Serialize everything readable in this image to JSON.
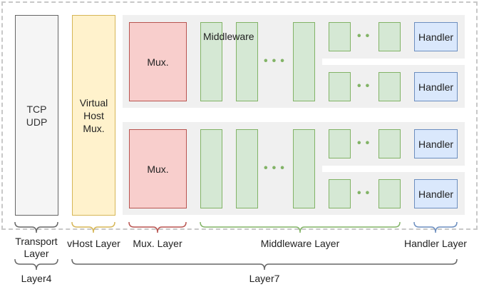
{
  "transport_box": {
    "lines": [
      "TCP",
      "UDP"
    ]
  },
  "vhost_box": {
    "lines": [
      "Virtual",
      "Host",
      "Mux."
    ]
  },
  "mux_label": "Mux.",
  "middleware_label": "Middleware",
  "handler_label": "Handler",
  "layers": {
    "transport": [
      "Transport",
      "Layer"
    ],
    "vhost": "vHost Layer",
    "mux": "Mux. Layer",
    "middleware": "Middleware Layer",
    "handler": "Handler Layer",
    "layer4": "Layer4",
    "layer7": "Layer7"
  },
  "colors": {
    "transport_border": "#666666",
    "vhost_fill": "#fff2cc",
    "vhost_border": "#d6b656",
    "mux_fill": "#f8cecc",
    "mux_border": "#b85450",
    "middleware_fill": "#d5e8d4",
    "middleware_border": "#82b366",
    "handler_fill": "#dae8fc",
    "handler_border": "#6c8ebf",
    "bracket_gray": "#666666"
  }
}
